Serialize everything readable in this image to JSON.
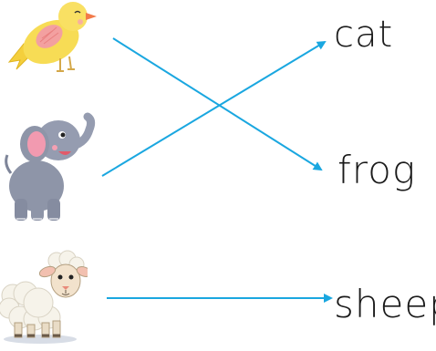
{
  "words": {
    "cat": "cat",
    "frog": "frog",
    "sheep": "sheep"
  },
  "pictures": [
    {
      "icon": "bird-icon",
      "description_color": "#f6d84a"
    },
    {
      "icon": "elephant-icon",
      "description_color": "#8e95a8"
    },
    {
      "icon": "sheep-icon",
      "description_color": "#f5f1e8"
    }
  ],
  "connections": [
    {
      "from": "bird",
      "to": "frog"
    },
    {
      "from": "elephant",
      "to": "cat"
    },
    {
      "from": "sheep",
      "to": "sheep"
    }
  ],
  "colors": {
    "line": "#1aa7e0",
    "text": "#1a1a1a"
  }
}
